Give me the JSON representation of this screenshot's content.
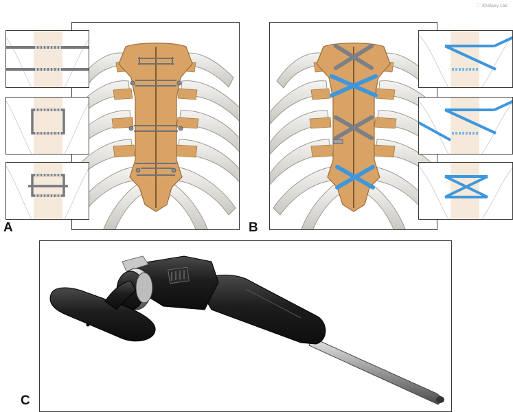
{
  "watermark": {
    "text": "Khalpey Lab",
    "icon": "heart-icon"
  },
  "panels": [
    {
      "label": "A",
      "name": "panel-a-wire-cerclage"
    },
    {
      "label": "B",
      "name": "panel-b-cable-fixation"
    },
    {
      "label": "C",
      "name": "panel-c-tensioning-instrument"
    }
  ],
  "colors": {
    "bone": "#d8a365",
    "cartilage": "#e9e7e2",
    "wire": "#7d7f85",
    "cable": "#3e97dd",
    "instrument": "#1e1e1e",
    "frame": "#3a3a3a"
  }
}
